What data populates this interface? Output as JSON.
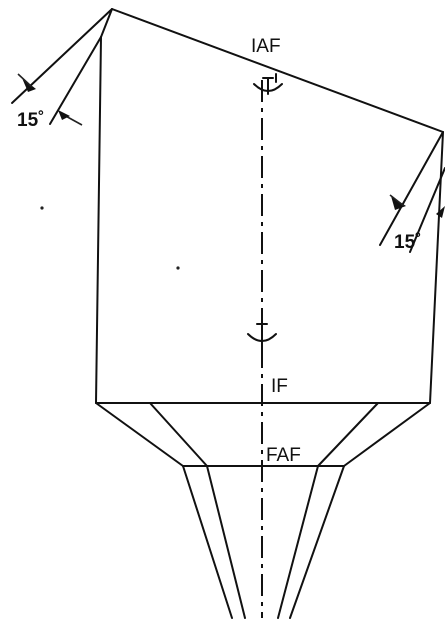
{
  "labels": {
    "iaf": "IAF",
    "if": "IF",
    "faf": "FAF",
    "angle_left": "15˚",
    "angle_right": "15˚"
  },
  "icons": {
    "aircraft_top": "aircraft-icon",
    "aircraft_middle": "aircraft-icon"
  },
  "colors": {
    "line": "#111111",
    "background": "#ffffff"
  }
}
